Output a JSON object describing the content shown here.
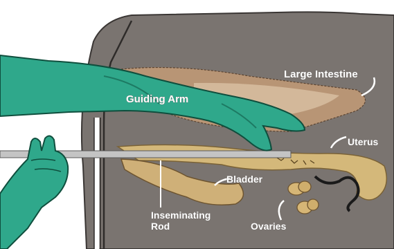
{
  "labels": {
    "large_intestine": "Large Intestine",
    "guiding_arm": "Guiding Arm",
    "uterus": "Uterus",
    "bladder": "Bladder",
    "inseminating_rod_line1": "Inseminating",
    "inseminating_rod_line2": "Rod",
    "ovaries": "Ovaries"
  },
  "colors": {
    "cow_body": "#7a7470",
    "background": "#ffffff",
    "glove": "#2fa88b",
    "glove_dark": "#1d7a63",
    "organ": "#d4b87a",
    "intestine": "#c9a883",
    "rod": "#c4c4c4",
    "text": "#ffffff"
  }
}
